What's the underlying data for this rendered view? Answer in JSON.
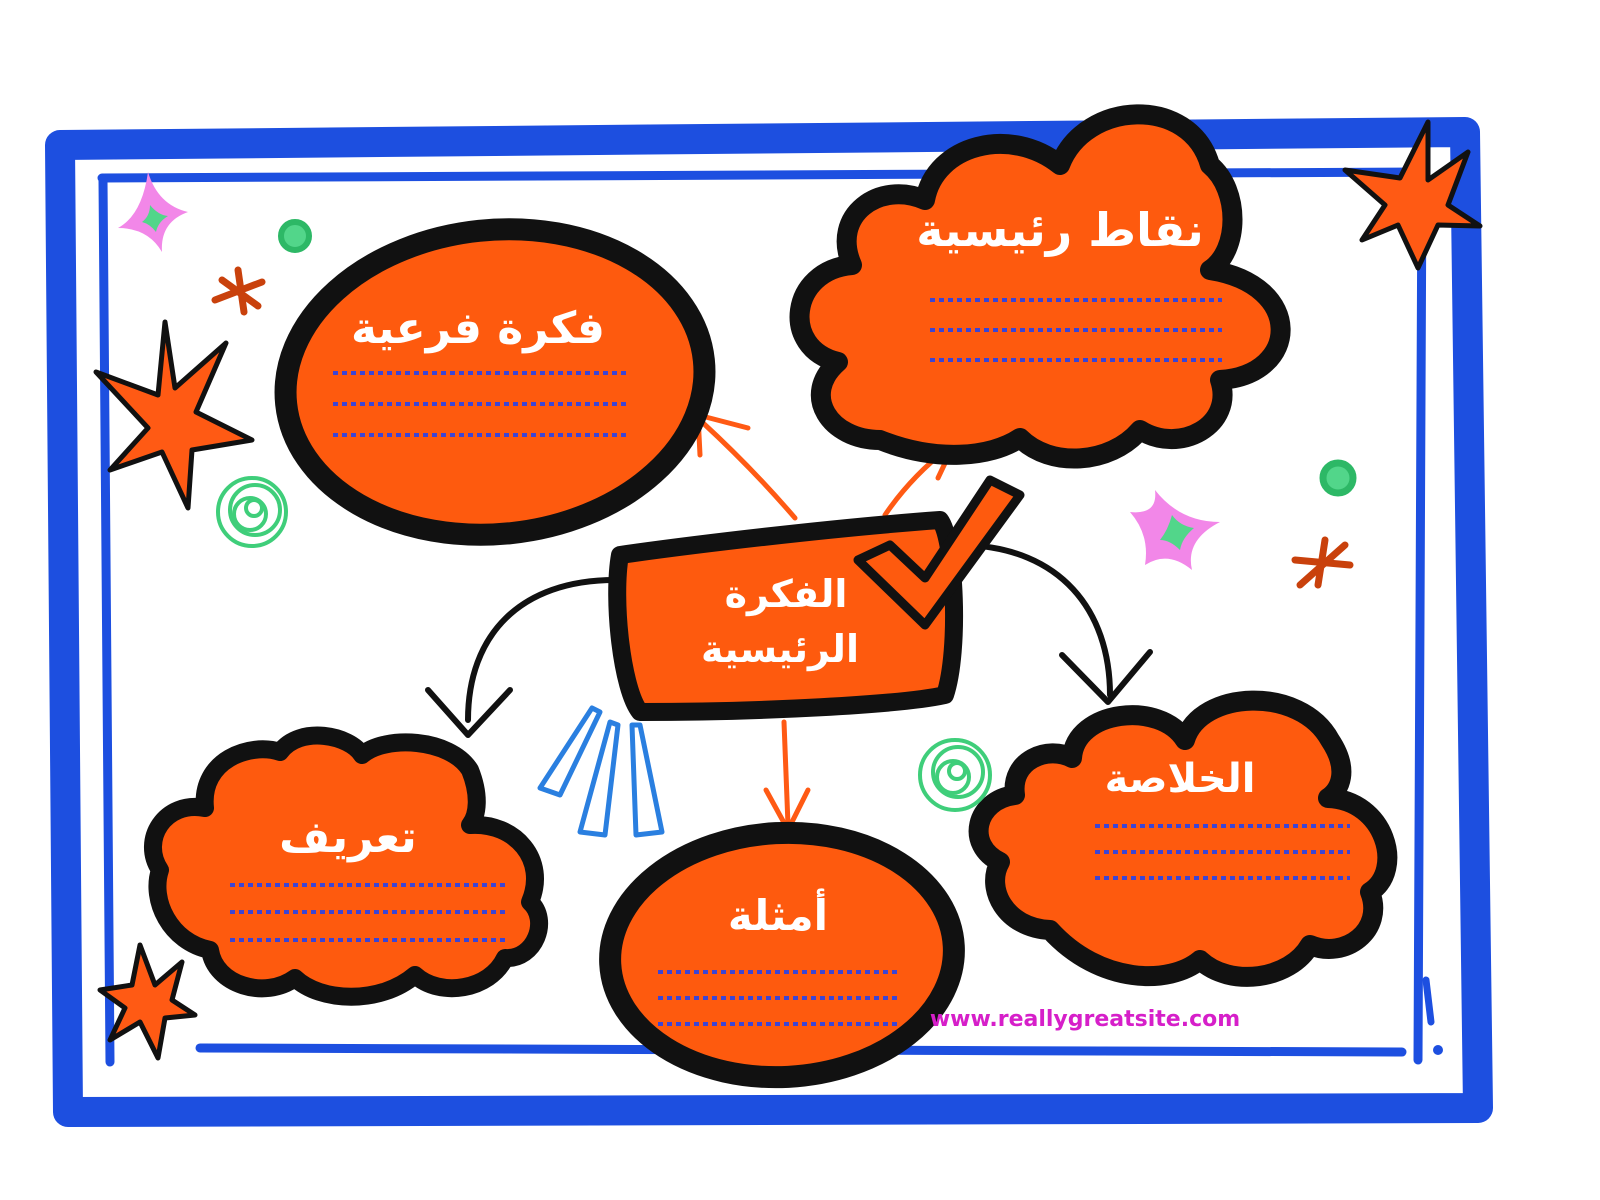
{
  "colors": {
    "frame": "#1d4fe0",
    "bubble_fill": "#fe5a0e",
    "bubble_outline": "#111111",
    "writing_lines": "#3b45d6",
    "label_text": "#ffffff",
    "url_text": "#d61fc9",
    "sparkle_pink": "#f287e8",
    "sparkle_green": "#52d68a",
    "dot_green": "#3fce7a",
    "star_orange": "#ff5a14",
    "asterisk_rust": "#c9410c",
    "doodle_blue": "#2a7fe0"
  },
  "diagram": {
    "main_idea": {
      "line1": "الفكرة",
      "line2": "الرئيسية"
    },
    "nodes": {
      "sub_idea": "فكرة فرعية",
      "key_points": "نقاط رئيسية",
      "definition": "تعريف",
      "examples": "أمثلة",
      "conclusion": "الخلاصة"
    },
    "edges": [
      {
        "from": "main_idea",
        "to": "sub_idea"
      },
      {
        "from": "main_idea",
        "to": "key_points"
      },
      {
        "from": "main_idea",
        "to": "definition"
      },
      {
        "from": "main_idea",
        "to": "examples"
      },
      {
        "from": "main_idea",
        "to": "conclusion"
      }
    ]
  },
  "footer": {
    "url": "www.reallygreatsite.com"
  },
  "decorations": [
    "star-icon",
    "sparkle-icon",
    "asterisk-icon",
    "scribble-icon",
    "dot-icon",
    "checkmark-icon",
    "speed-lines-icon"
  ]
}
